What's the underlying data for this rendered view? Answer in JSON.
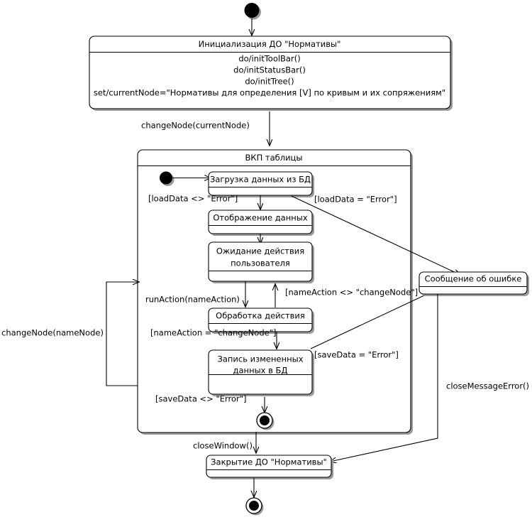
{
  "diagram": {
    "type": "uml-state-machine",
    "language": "ru",
    "nodes": {
      "start_top": {
        "kind": "initial-state"
      },
      "init_state": {
        "kind": "state",
        "title": "Инициализация ДО \"Нормативы\"",
        "actions": [
          "do/initToolBar()",
          "do/initStatusBar()",
          "do/initTree()",
          "set/currentNode=\"Нормативы для определения [V] по кривым и их сопряжениям\""
        ]
      },
      "composite": {
        "kind": "composite-state",
        "title": "ВКП таблицы"
      },
      "start_inner": {
        "kind": "initial-state"
      },
      "load_data": {
        "kind": "state",
        "title": "Загрузка данных из БД"
      },
      "show_data": {
        "kind": "state",
        "title": "Отображение данных"
      },
      "wait_action": {
        "kind": "state",
        "title_line1": "Ожидание действия",
        "title_line2": "пользователя"
      },
      "process_action": {
        "kind": "state",
        "title": "Обработка действия"
      },
      "save_data": {
        "kind": "state",
        "title_line1": "Запись измененных",
        "title_line2": "данных в БД"
      },
      "final_inner": {
        "kind": "final-state"
      },
      "error_message": {
        "kind": "state",
        "title": "Сообщение об ошибке"
      },
      "close_state": {
        "kind": "state",
        "title": "Закрытие ДО \"Нормативы\""
      },
      "final_outer": {
        "kind": "final-state"
      }
    },
    "transitions": [
      {
        "id": "t1",
        "from": "start_top",
        "to": "init_state",
        "label": ""
      },
      {
        "id": "t2",
        "from": "init_state",
        "to": "composite",
        "label": "changeNode(currentNode)"
      },
      {
        "id": "t3",
        "from": "start_inner",
        "to": "load_data",
        "label": ""
      },
      {
        "id": "t4",
        "from": "load_data",
        "to": "show_data",
        "label": "[loadData <> \"Error\"]"
      },
      {
        "id": "t5",
        "from": "load_data",
        "to": "error_message",
        "label": "[loadData = \"Error\"]"
      },
      {
        "id": "t6",
        "from": "show_data",
        "to": "wait_action",
        "label": ""
      },
      {
        "id": "t7",
        "from": "wait_action",
        "to": "process_action",
        "label": "runAction(nameAction)"
      },
      {
        "id": "t8",
        "from": "process_action",
        "to": "wait_action",
        "label": "[nameAction <> \"changeNode\"]"
      },
      {
        "id": "t9",
        "from": "process_action",
        "to": "save_data",
        "label": "[nameAction = \"changeNode\"]"
      },
      {
        "id": "t10",
        "from": "save_data",
        "to": "error_message",
        "label": "[saveData = \"Error\"]"
      },
      {
        "id": "t11",
        "from": "save_data",
        "to": "final_inner",
        "label": "[saveData <> \"Error\"]"
      },
      {
        "id": "t12",
        "from": "composite",
        "to": "composite",
        "label": "changeNode(nameNode)"
      },
      {
        "id": "t13",
        "from": "composite",
        "to": "close_state",
        "label": "closeWindow()"
      },
      {
        "id": "t14",
        "from": "error_message",
        "to": "close_state",
        "label": "closeMessageError()"
      },
      {
        "id": "t15",
        "from": "close_state",
        "to": "final_outer",
        "label": ""
      }
    ]
  },
  "colors": {
    "line": "#000000",
    "fill": "#ffffff",
    "shadow": "#9a9a9a",
    "background": "#ffffff"
  }
}
